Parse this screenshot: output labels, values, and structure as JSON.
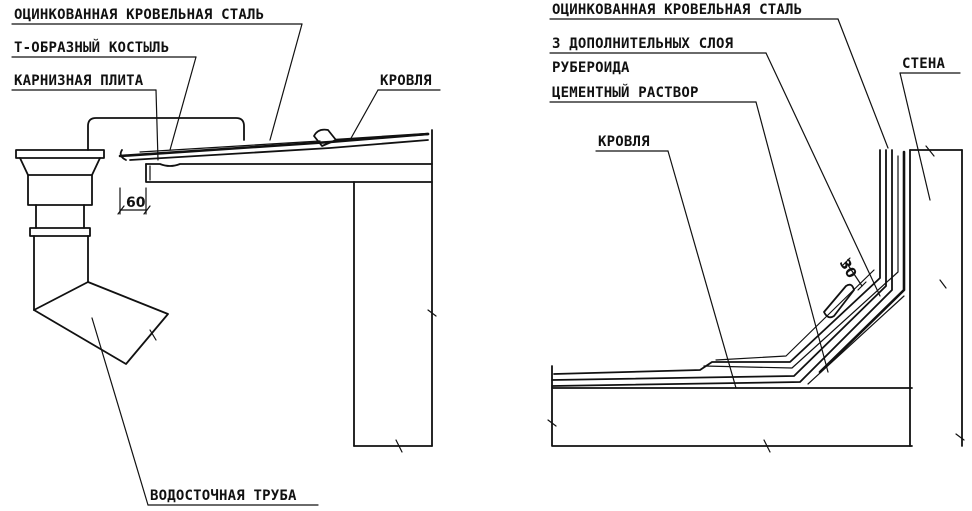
{
  "left_detail": {
    "label_steel": "ОЦИНКОВАННАЯ КРОВЕЛЬНАЯ СТАЛЬ",
    "label_bracket": "Т-ОБРАЗНЫЙ КОСТЫЛЬ",
    "label_slab": "КАРНИЗНАЯ ПЛИТА",
    "label_roof": "КРОВЛЯ",
    "label_pipe": "ВОДОСТОЧНАЯ ТРУБА",
    "dimension": "60"
  },
  "right_detail": {
    "label_steel": "ОЦИНКОВАННАЯ КРОВЕЛЬНАЯ СТАЛЬ",
    "label_layers": "3 ДОПОЛНИТЕЛЬНЫХ СЛОЯ",
    "label_ruberoid": "РУБЕРОИДА",
    "label_mortar": "ЦЕМЕНТНЫЙ РАСТВОР",
    "label_roof": "КРОВЛЯ",
    "label_wall": "СТЕНА",
    "dimension": "30"
  }
}
